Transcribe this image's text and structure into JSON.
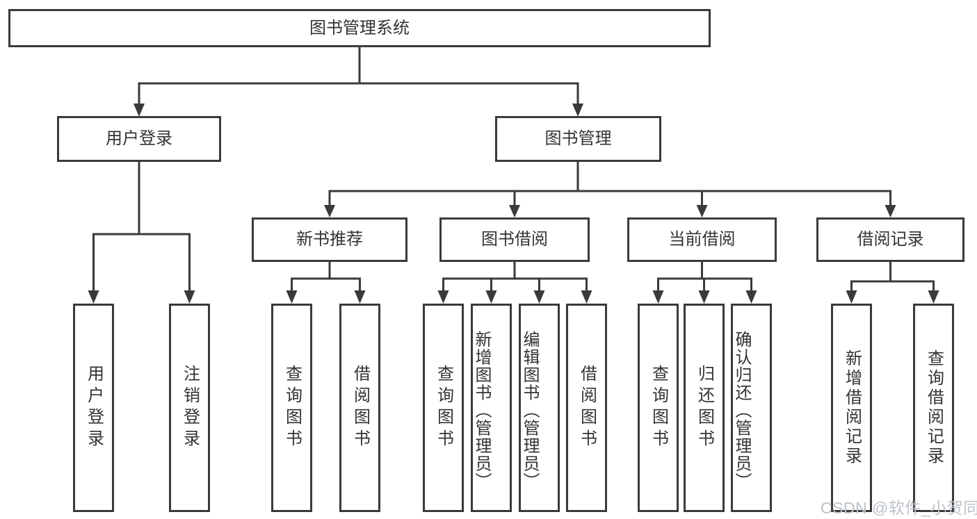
{
  "tree": {
    "label": "图书管理系统",
    "children": [
      {
        "label": "用户登录",
        "children": [
          {
            "label": "用户登录"
          },
          {
            "label": "注销登录"
          }
        ]
      },
      {
        "label": "图书管理",
        "children": [
          {
            "label": "新书推荐",
            "children": [
              {
                "label": "查询图书"
              },
              {
                "label": "借阅图书"
              }
            ]
          },
          {
            "label": "图书借阅",
            "children": [
              {
                "label": "查询图书"
              },
              {
                "label": "新增图书（管理员）"
              },
              {
                "label": "编辑图书（管理员）"
              },
              {
                "label": "借阅图书"
              }
            ]
          },
          {
            "label": "当前借阅",
            "children": [
              {
                "label": "查询图书"
              },
              {
                "label": "归还图书"
              },
              {
                "label": "确认归还（管理员）"
              }
            ]
          },
          {
            "label": "借阅记录",
            "children": [
              {
                "label": "新增借阅记录"
              },
              {
                "label": "查询借阅记录"
              }
            ]
          }
        ]
      }
    ]
  },
  "watermark": {
    "text": "CSDN @软件_小贺同学"
  },
  "colors": {
    "line": "#3a3a3a",
    "box_border": "#3a3a3a",
    "text": "#333333",
    "watermark": "#bcc2c9",
    "background": "#ffffff"
  }
}
